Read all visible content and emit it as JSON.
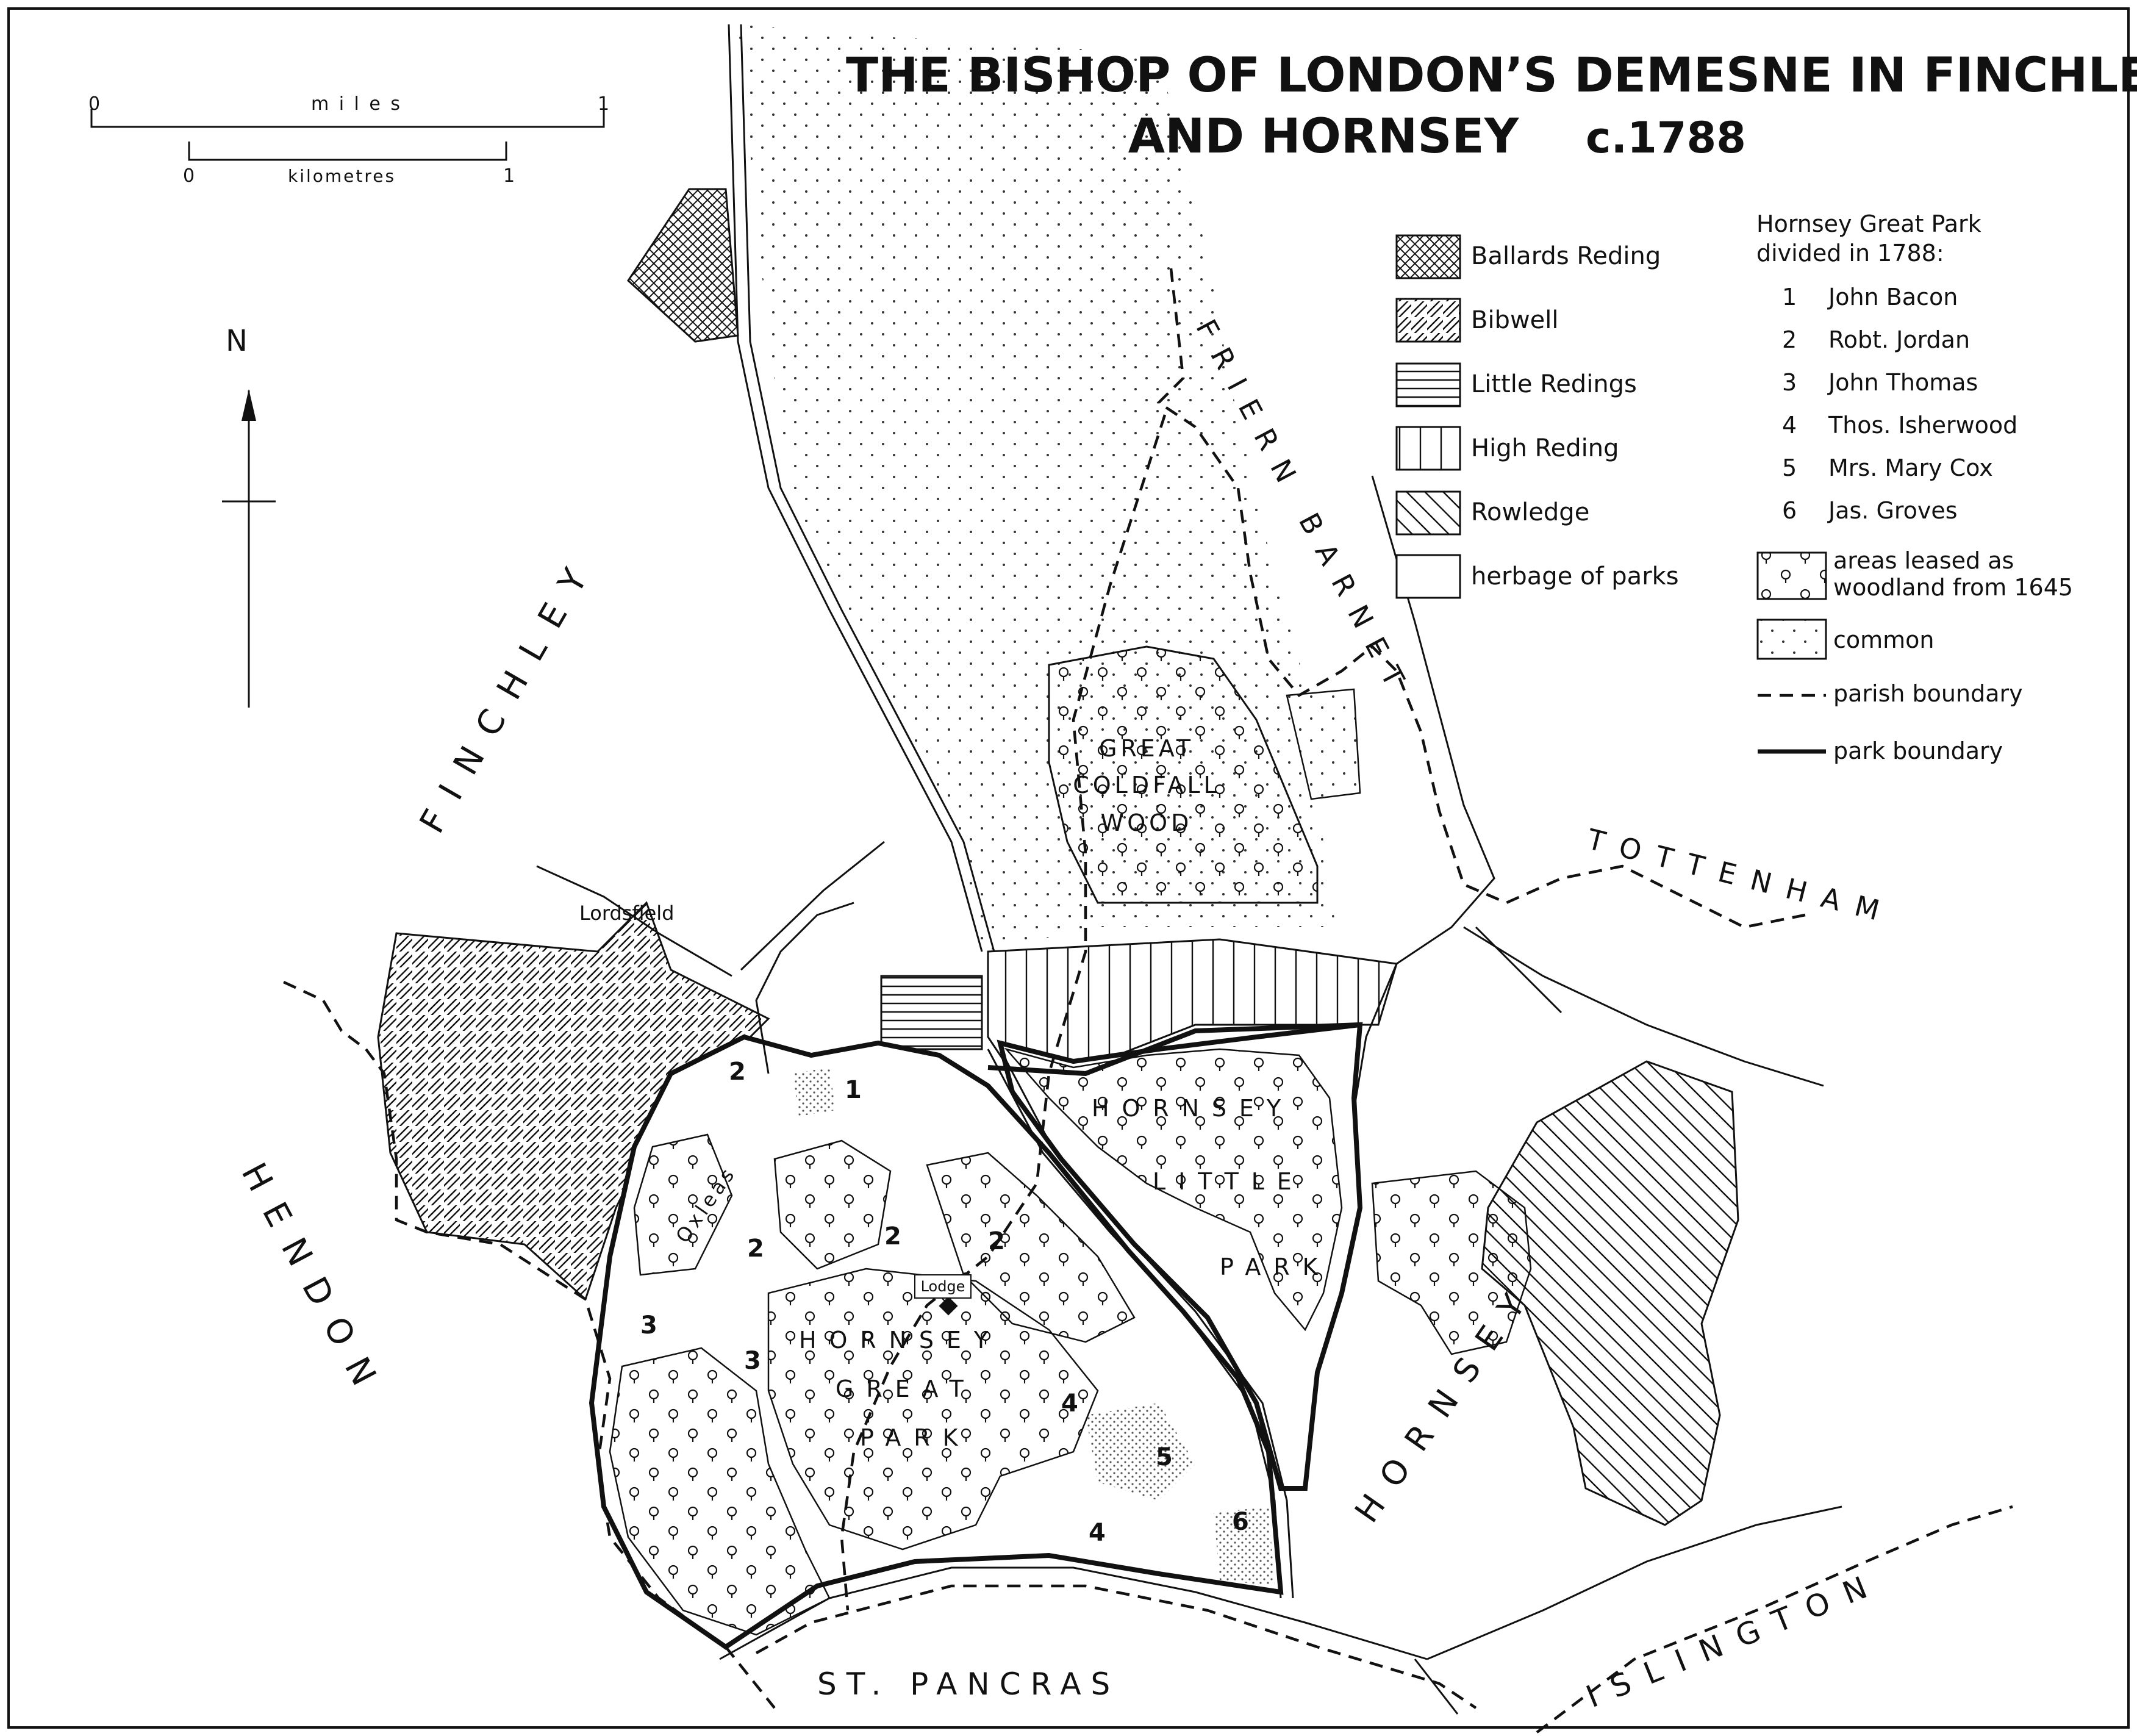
{
  "title": {
    "line1": "THE BISHOP OF LONDON’S DEMESNE IN FINCHLEY",
    "line2_main": "AND HORNSEY",
    "line2_date": "c.1788"
  },
  "scale": {
    "miles_label": "miles",
    "miles_start": "0",
    "miles_end": "1",
    "km_label": "kilometres",
    "km_start": "0",
    "km_end": "1"
  },
  "north_label": "N",
  "legend": {
    "items": [
      {
        "label": "Ballards Reding",
        "pattern": "crosshatch"
      },
      {
        "label": "Bibwell",
        "pattern": "diag-right"
      },
      {
        "label": "Little Redings",
        "pattern": "horizontal"
      },
      {
        "label": "High Reding",
        "pattern": "vertical"
      },
      {
        "label": "Rowledge",
        "pattern": "diag-left"
      },
      {
        "label": "herbage of parks",
        "pattern": "blank"
      }
    ],
    "division_title_1": "Hornsey Great Park",
    "division_title_2": "divided in 1788:",
    "divisions": [
      {
        "num": "1",
        "name": "John Bacon"
      },
      {
        "num": "2",
        "name": "Robt. Jordan"
      },
      {
        "num": "3",
        "name": "John Thomas"
      },
      {
        "num": "4",
        "name": "Thos. Isherwood"
      },
      {
        "num": "5",
        "name": "Mrs. Mary Cox"
      },
      {
        "num": "6",
        "name": "Jas. Groves"
      }
    ],
    "woodland_1": "areas leased as",
    "woodland_2": "woodland from 1645",
    "common": "common",
    "parish_boundary": "parish boundary",
    "park_boundary": "park boundary"
  },
  "parishes": {
    "finchley": "FINCHLEY",
    "friern_barnet": "FRIERN BARNET",
    "tottenham": "TOTTENHAM",
    "hendon": "HENDON",
    "hornsey": "HORNSEY",
    "st_pancras": "ST. PANCRAS",
    "islington": "ISLINGTON"
  },
  "places": {
    "great_coldfall_1": "GREAT",
    "great_coldfall_2": "COLDFALL",
    "great_coldfall_3": "WOOD",
    "lordsfield": "Lordsfield",
    "oxleas": "Oxleas",
    "lodge": "Lodge",
    "hornsey_little_park_1": "HORNSEY",
    "hornsey_little_park_2": "LITTLE",
    "hornsey_little_park_3": "PARK",
    "hornsey_great_park_1": "HORNSEY",
    "hornsey_great_park_2": "GREAT",
    "hornsey_great_park_3": "PARK"
  },
  "plot_numbers": [
    "1",
    "2",
    "2",
    "2",
    "2",
    "3",
    "3",
    "4",
    "4",
    "5",
    "6"
  ],
  "colors": {
    "ink": "#111111",
    "paper": "#ffffff"
  }
}
